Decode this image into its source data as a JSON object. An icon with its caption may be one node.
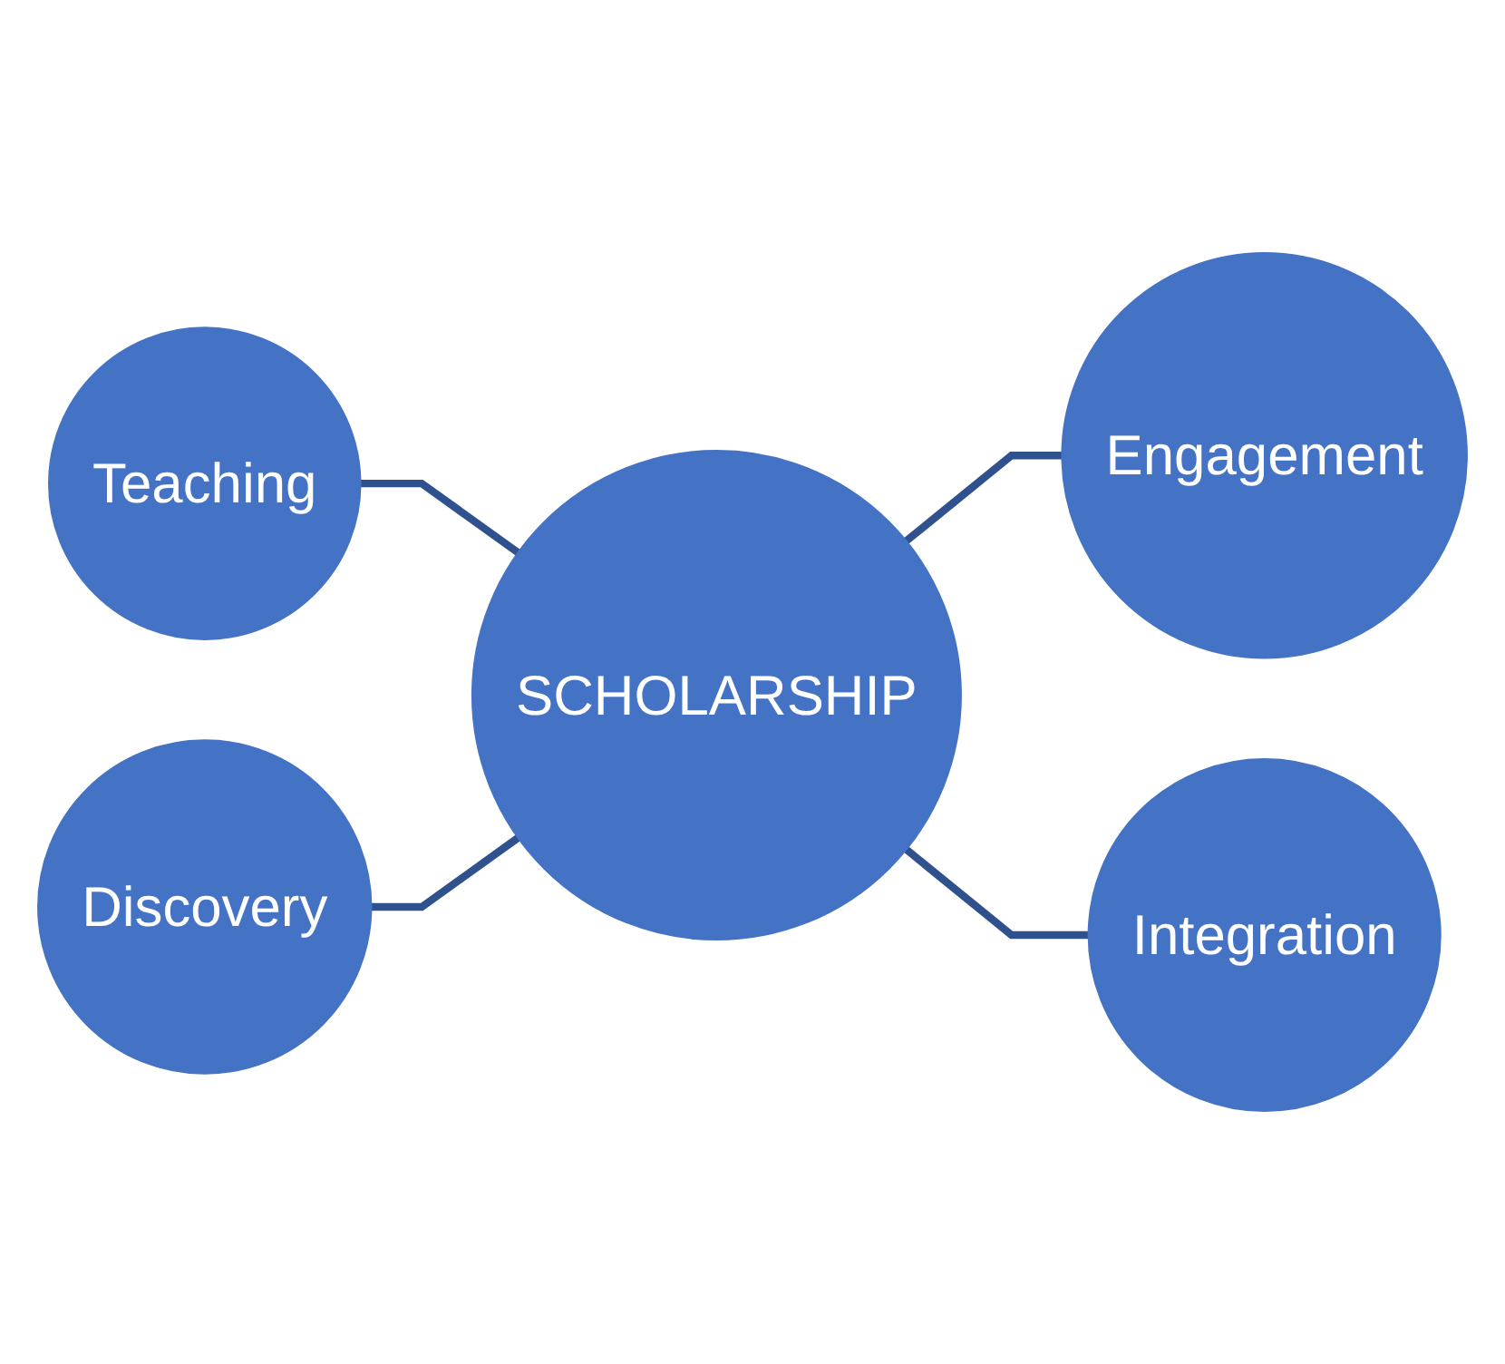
{
  "diagram": {
    "nodes": [
      {
        "text": [
          "Teaching"
        ]
      },
      {
        "text": [
          "Discovery"
        ]
      },
      {
        "text": [
          "SCHOLARSHIP"
        ]
      },
      {
        "text": [
          "Engagement"
        ]
      },
      {
        "text": [
          "Integration"
        ]
      }
    ],
    "edges": [
      {
        "from": 0,
        "to": 2,
        "arrow": "none"
      },
      {
        "from": 1,
        "to": 2,
        "arrow": "none"
      },
      {
        "from": 2,
        "to": 3,
        "arrow": "none"
      },
      {
        "from": 2,
        "to": 4,
        "arrow": "none"
      }
    ]
  }
}
